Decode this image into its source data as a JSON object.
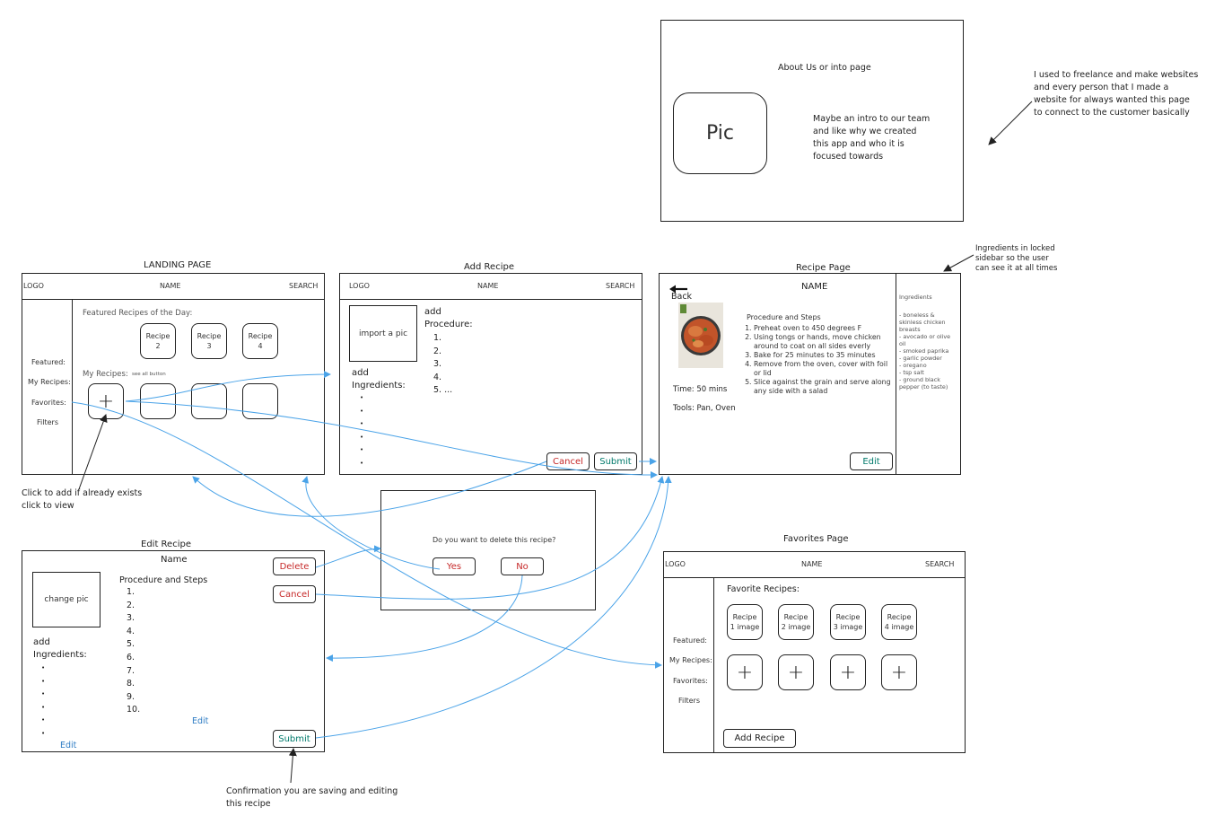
{
  "about": {
    "title": "About Us or into page",
    "pic_label": "Pic",
    "intro_lines": [
      "Maybe an intro to our team",
      "and like why we created",
      "this app and who it is",
      "focused towards"
    ]
  },
  "notes": {
    "freelance": [
      "I used to freelance and make websites",
      "and every person that I made a",
      "website for always wanted this page",
      "to connect to the customer basically"
    ],
    "sidebar": [
      "Ingredients in locked",
      "sidebar so the user",
      "can see it at all times"
    ],
    "click_add": [
      "Click to add if already exists",
      "click to view"
    ],
    "confirmation": [
      "Confirmation you are saving and editing",
      "this recipe"
    ]
  },
  "landing": {
    "title": "LANDING PAGE",
    "logo": "LOGO",
    "name": "NAME",
    "search": "SEARCH",
    "sidebar": [
      "Featured:",
      "My Recipes:",
      "Favorites:",
      "Filters"
    ],
    "featured_label": "Featured Recipes of the Day:",
    "recipes": [
      {
        "label": "Recipe",
        "num": "2"
      },
      {
        "label": "Recipe",
        "num": "3"
      },
      {
        "label": "Recipe",
        "num": "4"
      }
    ],
    "my_recipes_label": "My Recipes:",
    "see_all": "see all button",
    "plus": "+"
  },
  "add_recipe": {
    "title": "Add Recipe",
    "logo": "LOGO",
    "name": "NAME",
    "search": "SEARCH",
    "import_pic": "import a pic",
    "add_proc": "add",
    "procedure": "Procedure:",
    "steps": [
      "1.",
      "2.",
      "3.",
      "4.",
      "5. ..."
    ],
    "add_ing": "add",
    "ingredients": "Ingredients:",
    "bullets": [
      "•",
      "•",
      "•",
      "•",
      "•",
      "•"
    ],
    "cancel": "Cancel",
    "submit": "Submit"
  },
  "recipe_page": {
    "title": "Recipe Page",
    "name": "NAME",
    "back": "Back",
    "procedure_title": "Procedure and Steps",
    "steps": [
      "Preheat oven to 450 degrees F",
      "Using tongs or hands, move chicken around to coat on all sides everly",
      "Bake for 25 minutes to 35 minutes",
      "Remove from the oven, cover with foil or lid",
      "Slice against the grain and serve along any side with a salad"
    ],
    "time": "Time: 50 mins",
    "tools": "Tools: Pan, Oven",
    "edit": "Edit",
    "ingredients_title": "Ingredients",
    "ingredients": [
      "- boneless & skinless chicken breasts",
      "- avocado or olive oil",
      "- smoked paprika",
      "- garlic powder",
      "- oregano",
      "- tsp salt",
      "- ground black pepper (to taste)"
    ]
  },
  "edit_recipe": {
    "title": "Edit Recipe",
    "name": "Name",
    "change_pic": "change pic",
    "procedure_title": "Procedure and Steps",
    "steps": [
      "1.",
      "2.",
      "3.",
      "4.",
      "5.",
      "6.",
      "7.",
      "8.",
      "9.",
      "10."
    ],
    "add_ing": "add",
    "ingredients": "Ingredients:",
    "bullets": [
      "•",
      "•",
      "•",
      "•",
      "•",
      "•"
    ],
    "edit_steps": "Edit",
    "edit_ing": "Edit",
    "delete": "Delete",
    "cancel": "Cancel",
    "submit": "Submit"
  },
  "delete_dialog": {
    "question": "Do you want to delete this recipe?",
    "yes": "Yes",
    "no": "No"
  },
  "favorites": {
    "title": "Favorites Page",
    "logo": "LOGO",
    "name": "NAME",
    "search": "SEARCH",
    "sidebar": [
      "Featured:",
      "My Recipes:",
      "Favorites:",
      "Filters"
    ],
    "fav_label": "Favorite Recipes:",
    "recipes": [
      {
        "label": "Recipe",
        "sub": "1 image"
      },
      {
        "label": "Recipe",
        "sub": "2 image"
      },
      {
        "label": "Recipe",
        "sub": "3 image"
      },
      {
        "label": "Recipe",
        "sub": "4 image"
      }
    ],
    "plus": "+",
    "add_recipe": "Add Recipe"
  },
  "colors": {
    "flow_arrow": "#4aa3e8",
    "delete_red": "#c62828",
    "submit_teal": "#00796b",
    "edit_blue": "#2e7cc4"
  }
}
